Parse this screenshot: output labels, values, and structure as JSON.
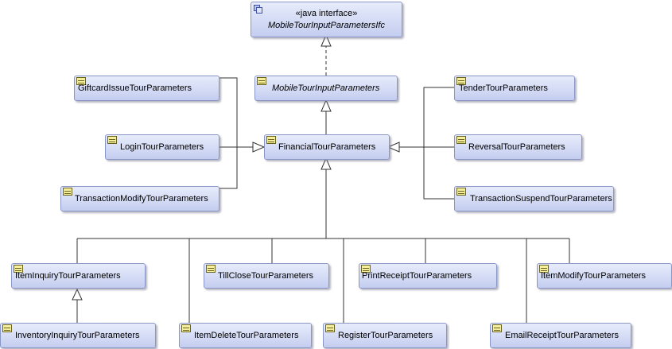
{
  "interface": {
    "stereotype": "«java interface»",
    "name": "MobileTourInputParametersIfc"
  },
  "classes": {
    "mobile_tour_input": "MobileTourInputParameters",
    "financial": "FinancialTourParameters",
    "giftcard_issue": "GiftcardIssueTourParameters",
    "login": "LoginTourParameters",
    "transaction_modify": "TransactionModifyTourParameters",
    "tender": "TenderTourParameters",
    "reversal": "ReversalTourParameters",
    "transaction_suspend": "TransactionSuspendTourParameters",
    "item_inquiry": "ItemInquiryTourParameters",
    "till_close": "TillCloseTourParameters",
    "print_receipt": "PrintReceiptTourParameters",
    "item_modify": "ItemModifyTourParameters",
    "inventory_inquiry": "InventoryInquiryTourParameters",
    "item_delete": "ItemDeleteTourParameters",
    "register": "RegisterTourParameters",
    "email_receipt": "EmailReceiptTourParameters"
  }
}
